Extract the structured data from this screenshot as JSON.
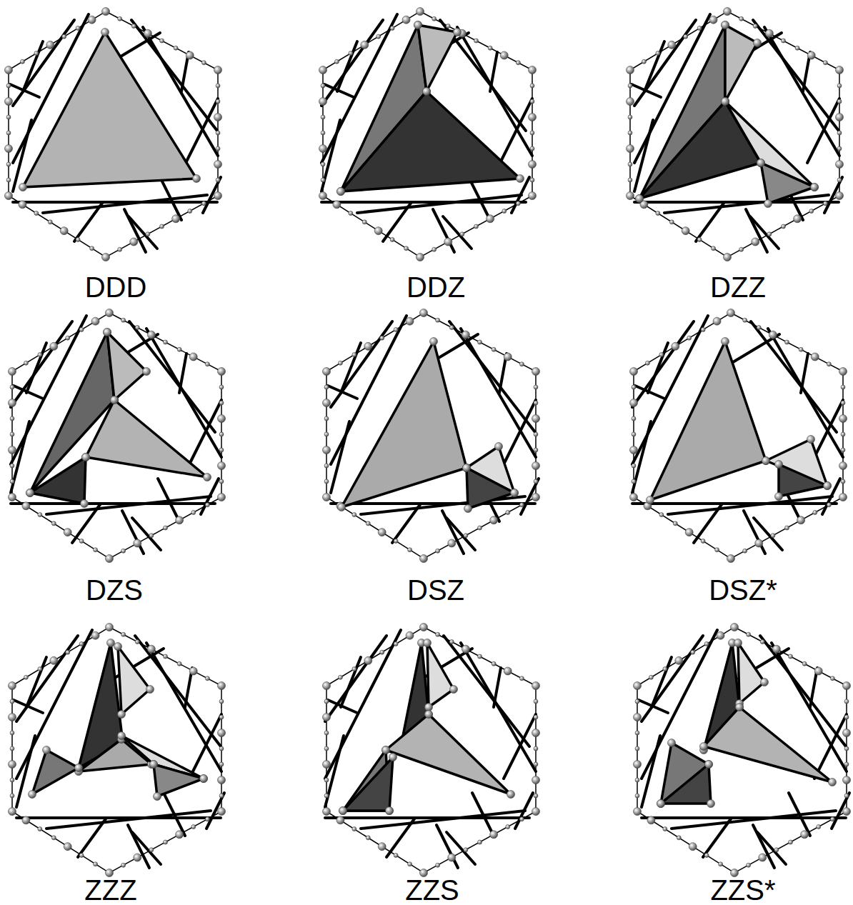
{
  "diagram": {
    "labels": [
      "DDD",
      "DDZ",
      "DZZ",
      "DZS",
      "DSZ",
      "DSZ*",
      "ZZZ",
      "ZZS",
      "ZZS*"
    ]
  }
}
